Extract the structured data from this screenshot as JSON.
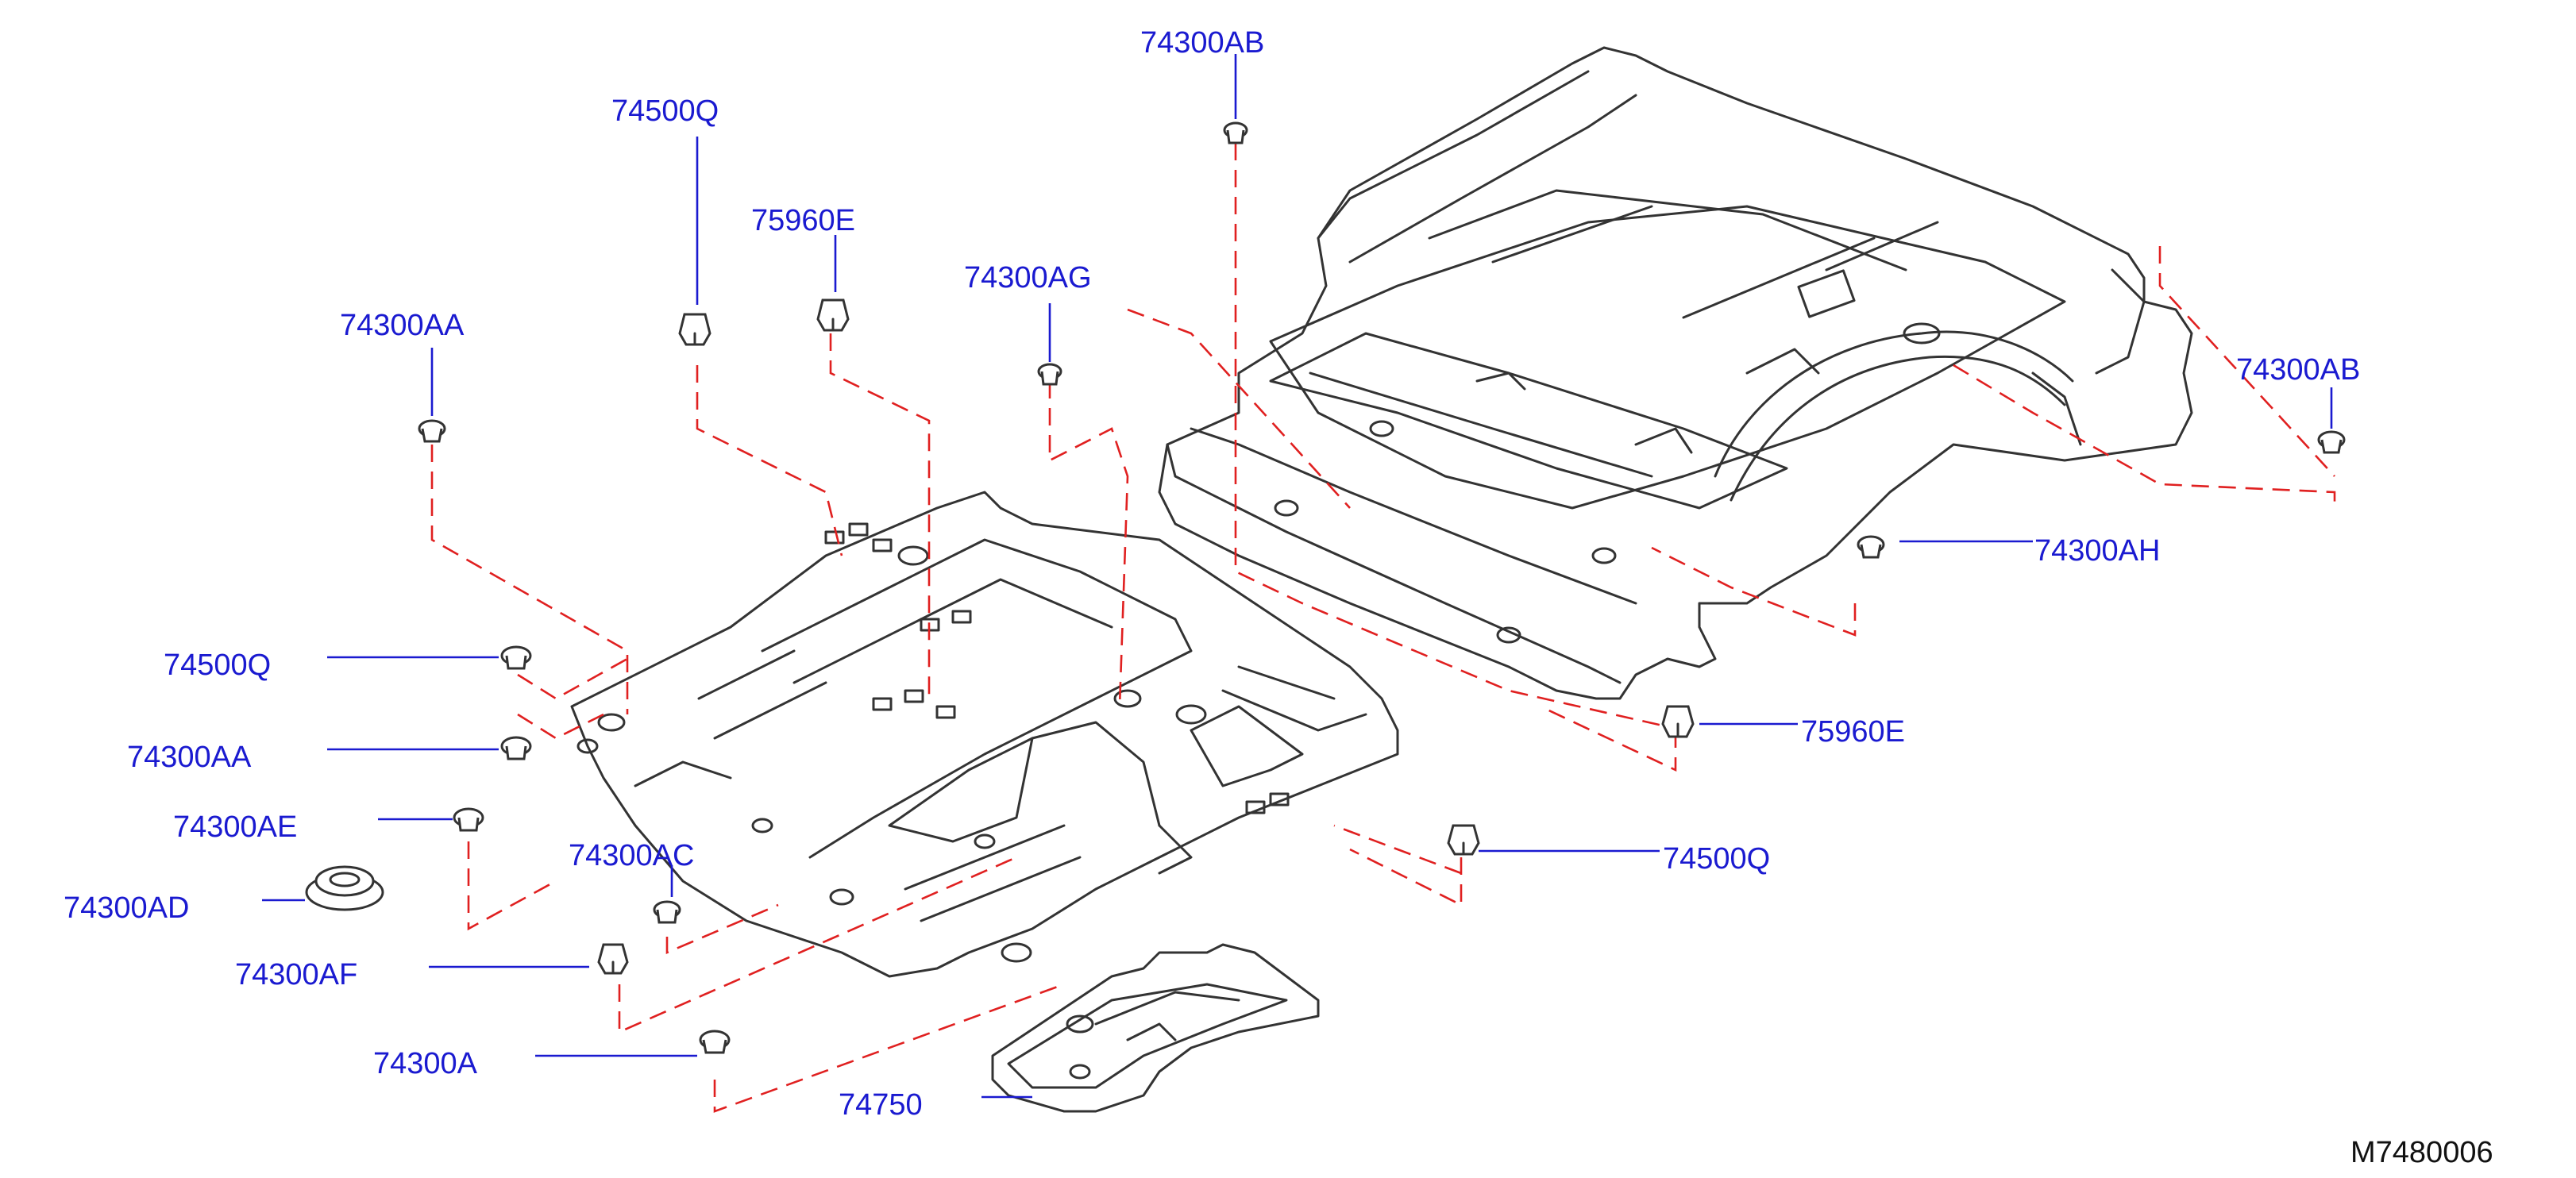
{
  "diagram": {
    "reference": "M7480006",
    "colors": {
      "label": "#1a1ad0",
      "guide": "#e02020",
      "outline": "#333333",
      "background": "#ffffff"
    },
    "callouts": [
      {
        "id": "c-74300ab-top",
        "label": "74300AB",
        "icon": "grommet-plug-icon"
      },
      {
        "id": "c-74500q-top",
        "label": "74500Q",
        "icon": "push-clip-icon"
      },
      {
        "id": "c-75960e-top",
        "label": "75960E",
        "icon": "push-clip-icon"
      },
      {
        "id": "c-74300ag",
        "label": "74300AG",
        "icon": "grommet-plug-icon"
      },
      {
        "id": "c-74300aa-top",
        "label": "74300AA",
        "icon": "grommet-plug-icon"
      },
      {
        "id": "c-74300ab-right",
        "label": "74300AB",
        "icon": "grommet-plug-icon"
      },
      {
        "id": "c-74300ah",
        "label": "74300AH",
        "icon": "grommet-plug-icon"
      },
      {
        "id": "c-74500q-left",
        "label": "74500Q",
        "icon": "grommet-plug-icon"
      },
      {
        "id": "c-74300aa-left",
        "label": "74300AA",
        "icon": "grommet-plug-icon"
      },
      {
        "id": "c-74300ae",
        "label": "74300AE",
        "icon": "grommet-plug-icon"
      },
      {
        "id": "c-74300ad",
        "label": "74300AD",
        "icon": "large-grommet-icon"
      },
      {
        "id": "c-74300ac",
        "label": "74300AC",
        "icon": "grommet-plug-icon"
      },
      {
        "id": "c-74300af",
        "label": "74300AF",
        "icon": "push-clip-icon"
      },
      {
        "id": "c-74300a",
        "label": "74300A",
        "icon": "grommet-plug-icon"
      },
      {
        "id": "c-75960e-right",
        "label": "75960E",
        "icon": "push-clip-icon"
      },
      {
        "id": "c-74500q-right",
        "label": "74500Q",
        "icon": "push-clip-icon"
      },
      {
        "id": "c-74750",
        "label": "74750",
        "icon": "floor-cover-icon"
      }
    ],
    "parts": [
      {
        "name": "front-floor-panel",
        "icon": "front-floor-panel-icon"
      },
      {
        "name": "rear-floor-panel",
        "icon": "rear-floor-panel-icon"
      },
      {
        "name": "floor-under-cover",
        "icon": "floor-cover-icon"
      }
    ]
  }
}
